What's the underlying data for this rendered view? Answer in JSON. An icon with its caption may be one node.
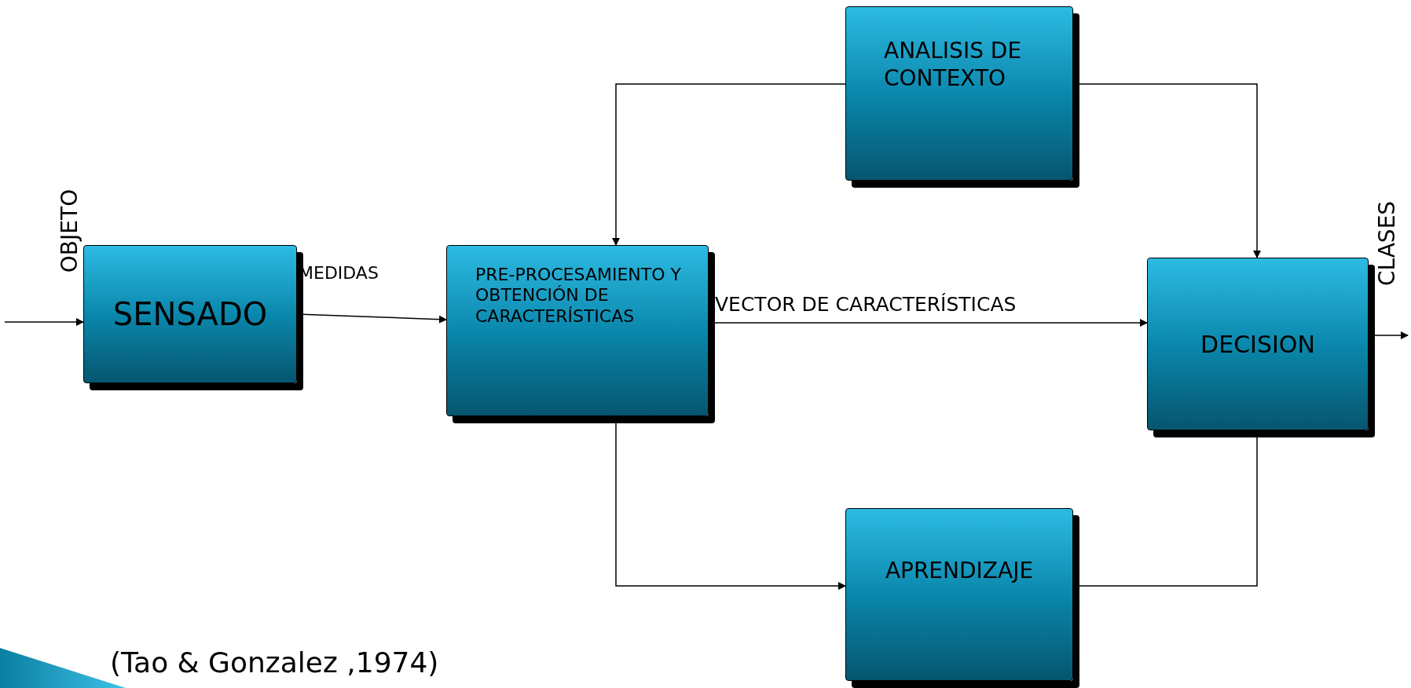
{
  "diagram": {
    "nodes": [
      {
        "text": [
          "SENSADO"
        ]
      },
      {
        "text": [
          "PRE-PROCESAMIENTO Y OBTENCIÓN DE CARACTERÍSTICAS"
        ]
      },
      {
        "text": [
          "ANALISIS DE CONTEXTO"
        ]
      },
      {
        "text": [
          "DECISION"
        ]
      },
      {
        "text": [
          "APRENDIZAJE"
        ]
      }
    ],
    "edges": [
      {
        "from": null,
        "to": 0,
        "arrow": "to",
        "label": "OBJETO"
      },
      {
        "from": 0,
        "to": 1,
        "arrow": "to",
        "label": "MEDIDAS"
      },
      {
        "from": 2,
        "to": 1,
        "arrow": "to"
      },
      {
        "from": 2,
        "to": 3,
        "arrow": "to"
      },
      {
        "from": 1,
        "to": 3,
        "arrow": "to",
        "label": "VECTOR DE CARACTERÍSTICAS"
      },
      {
        "from": 3,
        "to": null,
        "arrow": "to",
        "label": "CLASES"
      },
      {
        "from": 1,
        "to": 4,
        "arrow": "to"
      },
      {
        "from": 4,
        "to": 3,
        "arrow": "none"
      }
    ],
    "labels": [
      "(Tao & Gonzalez ,1974)"
    ]
  }
}
